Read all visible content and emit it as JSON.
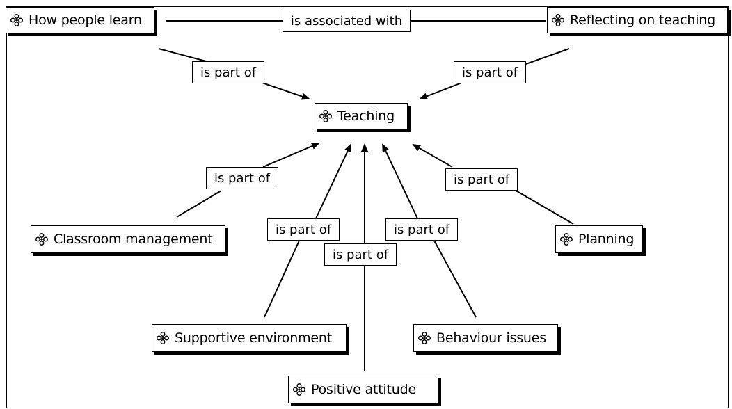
{
  "concept_map": {
    "concepts": {
      "how_people_learn": "How people learn",
      "reflecting_on_teaching": "Reflecting on teaching",
      "teaching": "Teaching",
      "classroom_management": "Classroom management",
      "planning": "Planning",
      "supportive_environment": "Supportive environment",
      "behaviour_issues": "Behaviour issues",
      "positive_attitude": "Positive  attitude"
    },
    "links": {
      "associated": "is associated with",
      "part_how_people_learn": "is part of",
      "part_reflecting": "is part of",
      "part_classroom": "is part of",
      "part_planning": "is part of",
      "part_supportive": "is part of",
      "part_behaviour": "is part of",
      "part_positive": "is part of"
    }
  },
  "icons": {
    "concept_icon": "concept-node-icon"
  },
  "colors": {
    "line": "#000000",
    "background": "#ffffff",
    "shadow": "#000000"
  }
}
